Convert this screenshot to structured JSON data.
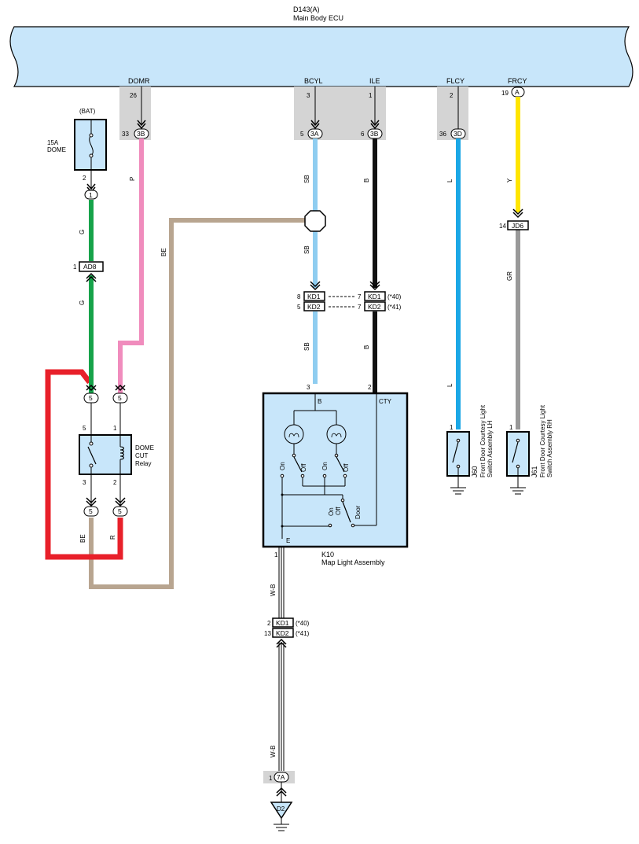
{
  "colors": {
    "ecu_fill": "#c8e6fa",
    "harness_gray": "#d4d4d4",
    "G": "#16a34a",
    "P": "#f08cbd",
    "BE": "#b8a590",
    "SB": "#8fcdf0",
    "B": "#111111",
    "L": "#1aa7e6",
    "Y": "#ffe500",
    "GR": "#999999",
    "R": "#e8202a",
    "component_fill": "#c8e6fa"
  },
  "ecu": {
    "code": "D143(A)",
    "name": "Main Body ECU",
    "pins": [
      {
        "name": "DOMR",
        "pin": "26",
        "conn_pin": "33",
        "conn": "3B"
      },
      {
        "name": "BCYL",
        "pin": "3",
        "conn_pin": "5",
        "conn": "3A"
      },
      {
        "name": "ILE",
        "pin": "1",
        "conn_pin": "6",
        "conn": "3B"
      },
      {
        "name": "FLCY",
        "pin": "2",
        "conn_pin": "36",
        "conn": "3D"
      },
      {
        "name": "FRCY",
        "pin": "19",
        "conn": "A"
      }
    ]
  },
  "fuse": {
    "source": "(BAT)",
    "rating": "15A",
    "name": "DOME",
    "pin": "2",
    "conn": "1"
  },
  "wires": {
    "g1": "G",
    "g2": "G",
    "p": "P",
    "be": "BE",
    "sb1": "SB",
    "sb2": "SB",
    "sb3": "SB",
    "b1": "B",
    "b2": "B",
    "l1": "L",
    "l2": "L",
    "y": "Y",
    "gr": "GR",
    "be2": "BE",
    "r": "R",
    "wb1": "W-B",
    "wb2": "W-B"
  },
  "ad8": {
    "pin": "1",
    "name": "AD8"
  },
  "relay": {
    "name_l1": "DOME",
    "name_l2": "CUT",
    "name_l3": "Relay",
    "p_top_l": "5",
    "p_top_r": "1",
    "p_bot_l": "3",
    "p_bot_r": "2",
    "conn_tl": "5",
    "conn_tr": "5",
    "conn_bl": "5",
    "conn_br": "5"
  },
  "junction_upper": {
    "rows": [
      {
        "left_pin": "8",
        "name": "KD1",
        "right_pin": "7",
        "right_name": "KD1",
        "note": "(*40)"
      },
      {
        "left_pin": "5",
        "name": "KD2",
        "right_pin": "7",
        "right_name": "KD2",
        "note": "(*41)"
      }
    ]
  },
  "map_light": {
    "code": "K10",
    "name": "Map Light Assembly",
    "pin_b": "3",
    "term_b": "B",
    "pin_cty": "2",
    "term_cty": "CTY",
    "pin_e": "1",
    "term_e": "E",
    "sw1_on": "On",
    "sw1_off": "Off",
    "sw2_on": "On",
    "sw2_off": "Off",
    "sw3_on": "On",
    "sw3_off": "Off",
    "sw3_door": "Door"
  },
  "junction_lower": {
    "rows": [
      {
        "left_pin": "2",
        "name": "KD1",
        "note": "(*40)"
      },
      {
        "left_pin": "13",
        "name": "KD2",
        "note": "(*41)"
      }
    ]
  },
  "jd6": {
    "pin": "14",
    "name": "JD6"
  },
  "j60": {
    "pin": "1",
    "code": "J60",
    "name_l1": "Front Door Courtesy Light",
    "name_l2": "Switch Assembly LH"
  },
  "j61": {
    "pin": "1",
    "code": "J61",
    "name_l1": "Front Door Courtesy Light",
    "name_l2": "Switch Assembly RH"
  },
  "ground": {
    "pin": "1",
    "conn": "7A",
    "name": "D2"
  }
}
